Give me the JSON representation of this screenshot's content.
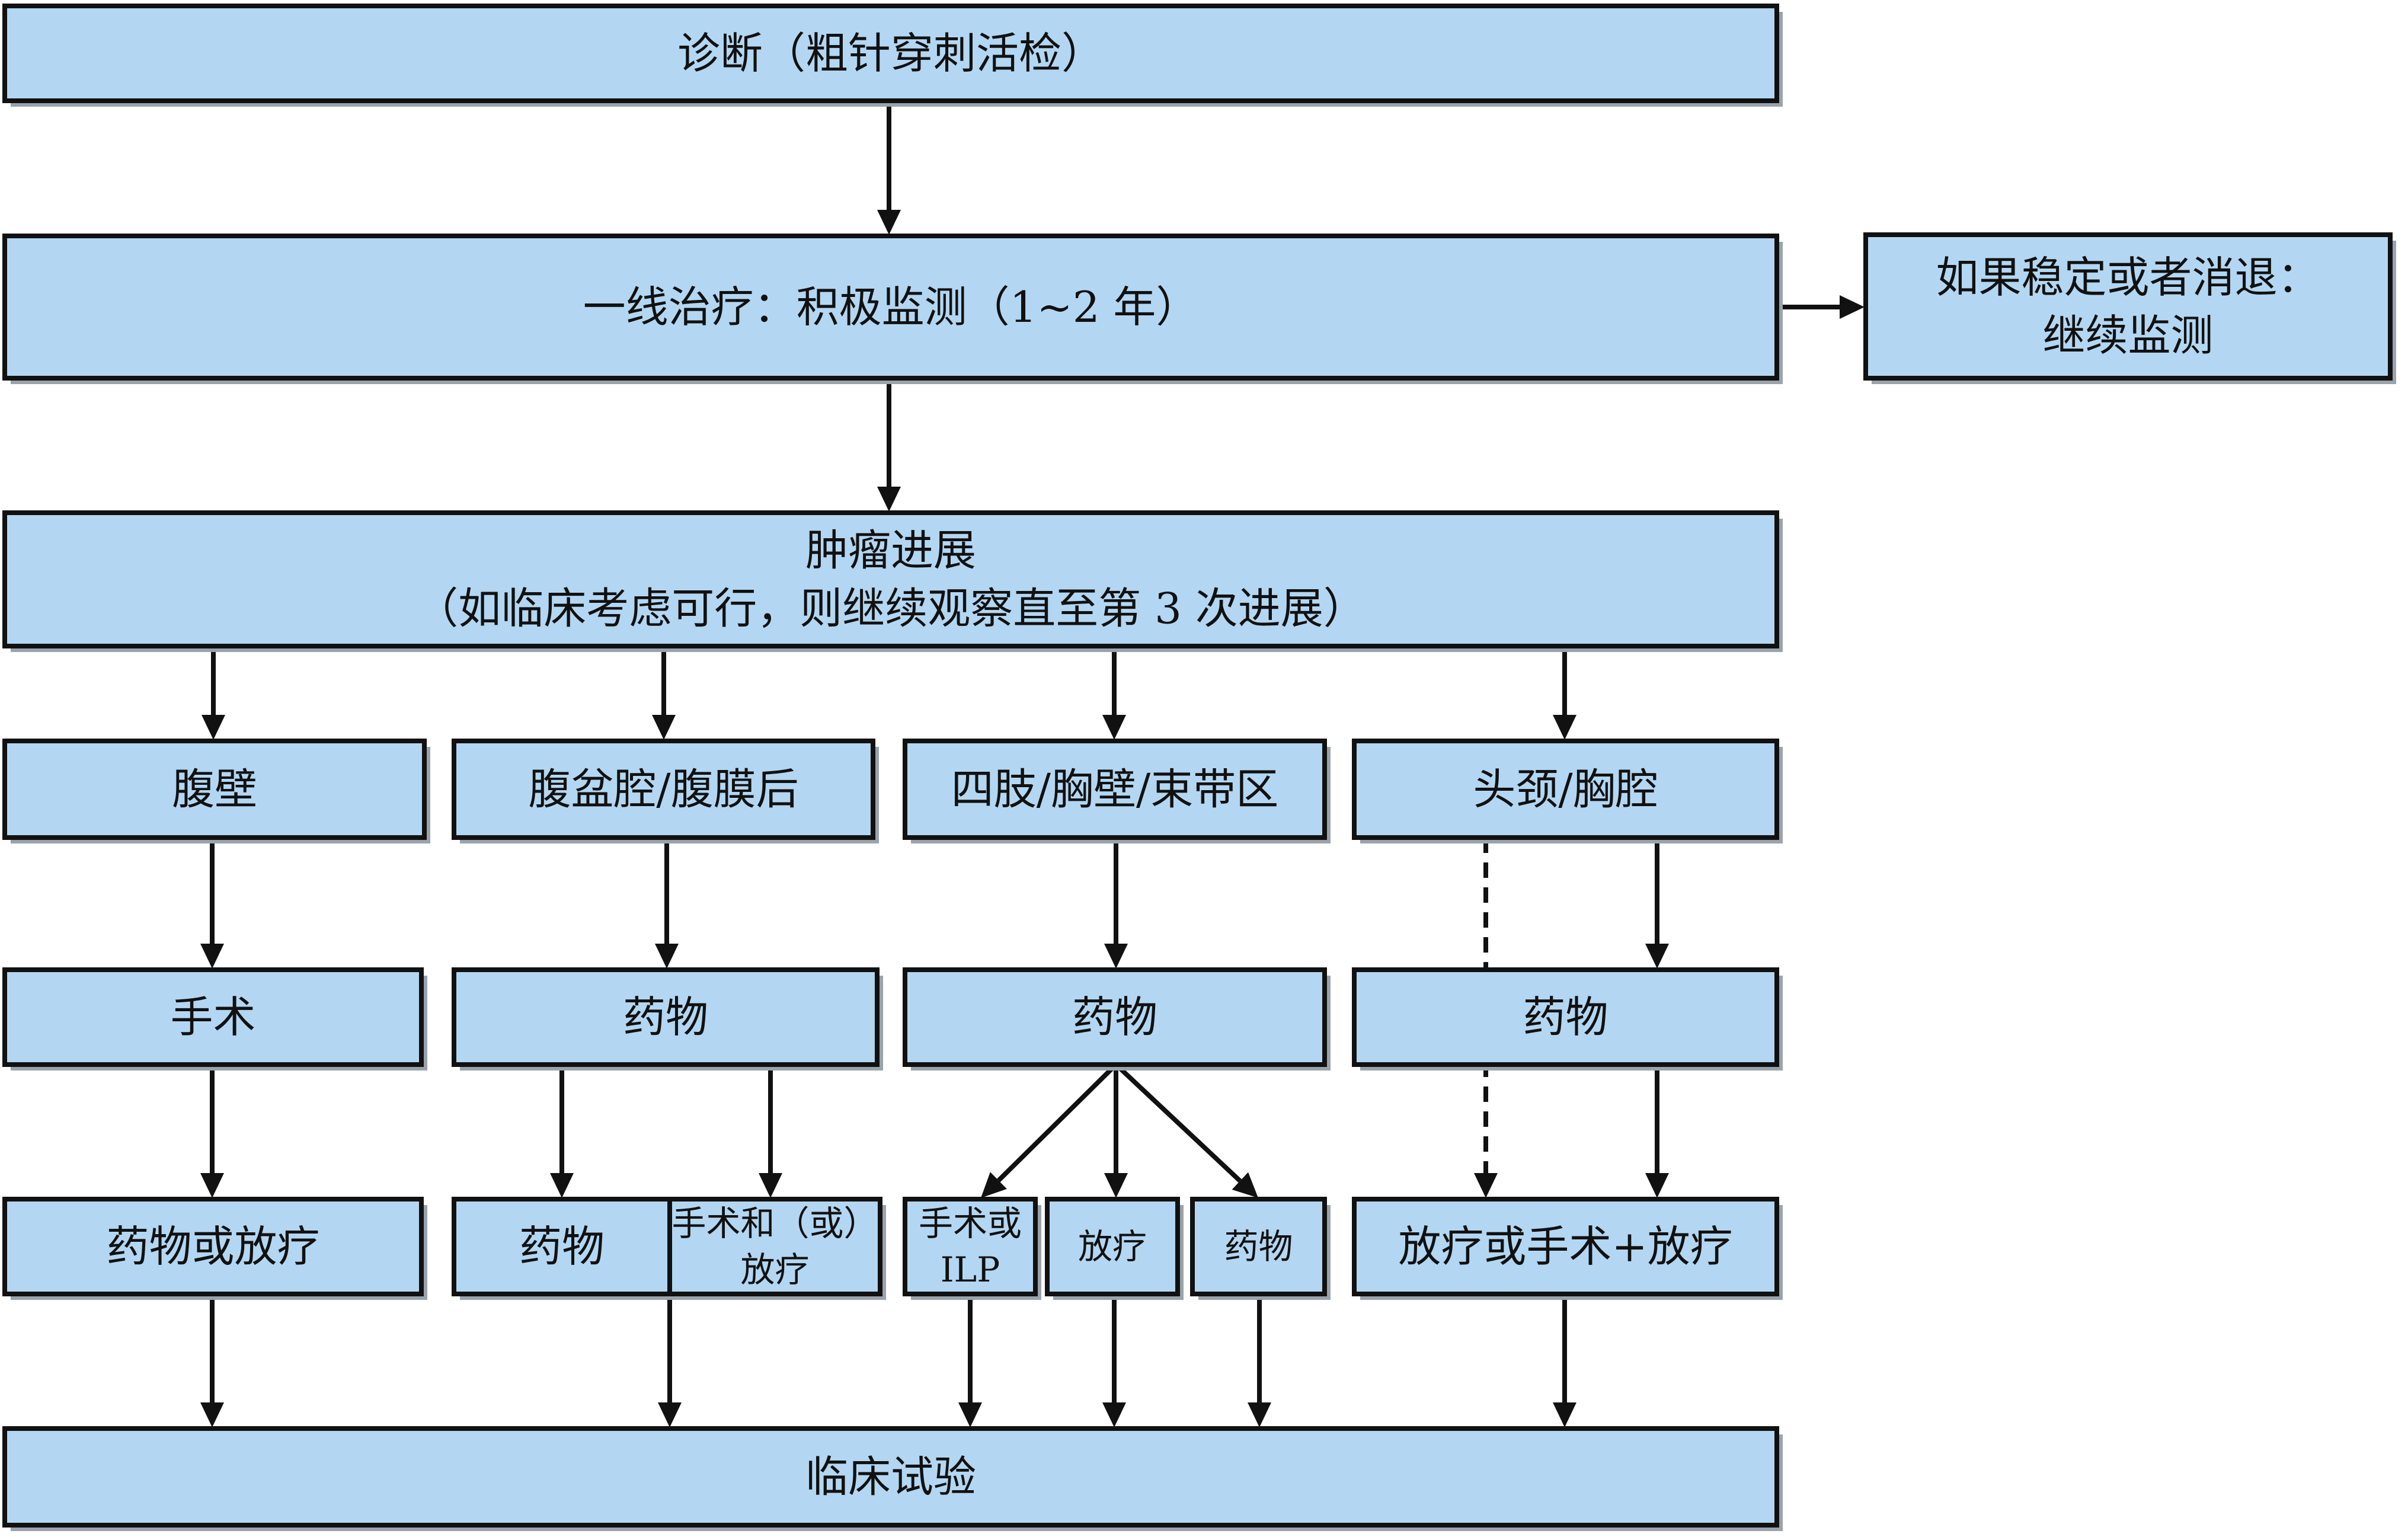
{
  "colors": {
    "box_fill": "#b3d7f2",
    "stroke": "#111111",
    "background": "#ffffff"
  },
  "nodes": {
    "diagnosis": {
      "lines": [
        "诊断（粗针穿刺活检）"
      ]
    },
    "first_line": {
      "lines": [
        "一线治疗：积极监测（1~2 年）"
      ]
    },
    "stable": {
      "lines": [
        "如果稳定或者消退：",
        "继续监测"
      ]
    },
    "progression": {
      "lines": [
        "肿瘤进展",
        "（如临床考虑可行，则继续观察直至第 3 次进展）"
      ]
    },
    "abdominal_wall": {
      "lines": [
        "腹壁"
      ]
    },
    "abdominopelvic": {
      "lines": [
        "腹盆腔/腹膜后"
      ]
    },
    "extremity": {
      "lines": [
        "四肢/胸壁/束带区"
      ]
    },
    "head_neck": {
      "lines": [
        "头颈/胸腔"
      ]
    },
    "surgery_1": {
      "lines": [
        "手术"
      ]
    },
    "drug_2": {
      "lines": [
        "药物"
      ]
    },
    "drug_3": {
      "lines": [
        "药物"
      ]
    },
    "drug_4": {
      "lines": [
        "药物"
      ]
    },
    "drug_or_rt": {
      "lines": [
        "药物或放疗"
      ]
    },
    "drug_2a": {
      "lines": [
        "药物"
      ]
    },
    "surgery_and_or_rt": {
      "lines": [
        "手术和（或）",
        "放疗"
      ]
    },
    "surgery_or_ilp": {
      "lines": [
        "手术或",
        "ILP"
      ]
    },
    "rt_3": {
      "lines": [
        "放疗"
      ]
    },
    "drug_3c": {
      "lines": [
        "药物"
      ]
    },
    "rt_or_surgery_rt": {
      "lines": [
        "放疗或手术+放疗"
      ]
    },
    "clinical_trial": {
      "lines": [
        "临床试验"
      ]
    }
  }
}
